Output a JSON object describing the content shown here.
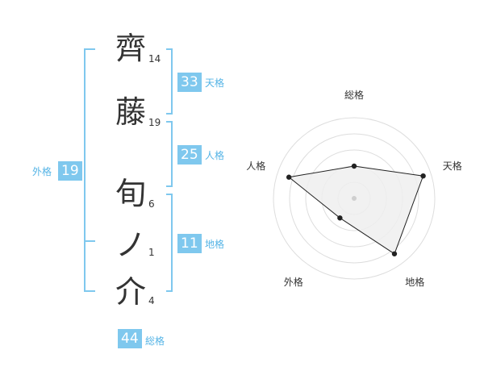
{
  "name_chars": [
    {
      "char": "齊",
      "strokes": "14"
    },
    {
      "char": "藤",
      "strokes": "19"
    },
    {
      "char": "旬",
      "strokes": "6"
    },
    {
      "char": "ノ",
      "strokes": "1"
    },
    {
      "char": "介",
      "strokes": "4"
    }
  ],
  "kaku": {
    "tenkaku": {
      "value": "33",
      "label": "天格"
    },
    "jinkaku": {
      "value": "25",
      "label": "人格"
    },
    "chikaku": {
      "value": "11",
      "label": "地格"
    },
    "gaikaku": {
      "value": "19",
      "label": "外格"
    },
    "soukaku": {
      "value": "44",
      "label": "総格"
    }
  },
  "colors": {
    "accent": "#7fc8ee",
    "accent_text": "#55b4e6",
    "radar_fill": "#efefef",
    "radar_line": "#222222",
    "ring": "#dddddd"
  },
  "chart_data": {
    "type": "radar",
    "axes": [
      "総格",
      "天格",
      "地格",
      "外格",
      "人格"
    ],
    "values": [
      0.4,
      0.9,
      0.85,
      0.3,
      0.85
    ],
    "range": [
      0,
      1
    ],
    "rings": 5,
    "grid": true
  }
}
